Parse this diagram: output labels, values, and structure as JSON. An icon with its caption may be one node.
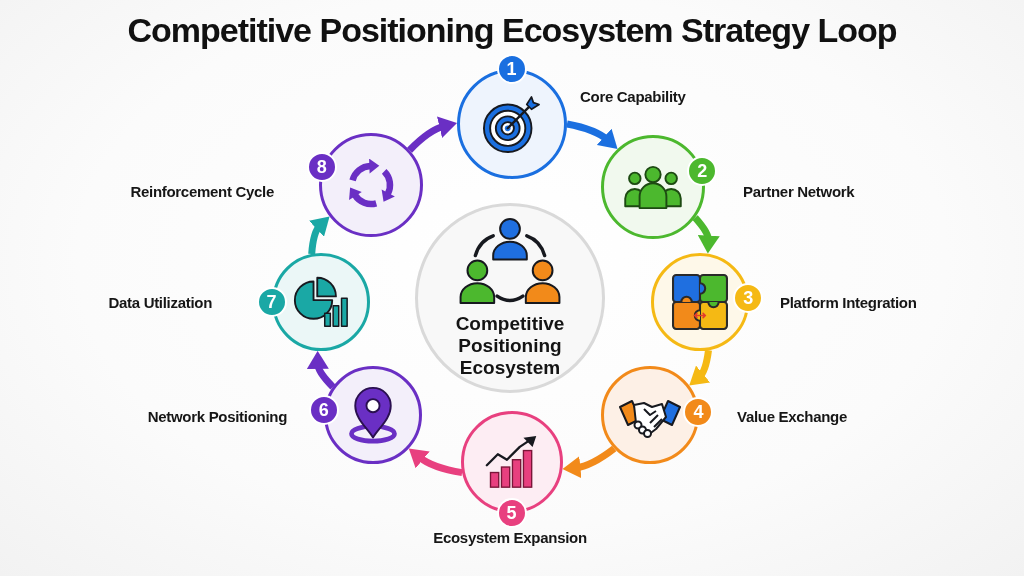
{
  "diagram": {
    "title": "Competitive Positioning Ecosystem Strategy Loop",
    "nodes": [
      {
        "text": [
          "1"
        ],
        "beside": [
          "Core Capability"
        ]
      },
      {
        "text": [
          "2"
        ],
        "beside": [
          "Partner Network"
        ]
      },
      {
        "text": [
          "3"
        ],
        "beside": [
          "Platform Integration"
        ]
      },
      {
        "text": [
          "4"
        ],
        "beside": [
          "Value Exchange"
        ]
      },
      {
        "text": [
          "5"
        ],
        "beside": [
          "Ecosystem Expansion"
        ]
      },
      {
        "text": [
          "6"
        ],
        "beside": [
          "Network Positioning"
        ]
      },
      {
        "text": [
          "7"
        ],
        "beside": [
          "Data Utilization"
        ]
      },
      {
        "text": [
          "8"
        ],
        "beside": [
          "Reinforcement Cycle"
        ]
      },
      {
        "text": [
          "Competitive Positioning Ecosystem"
        ]
      }
    ],
    "edges": [
      {
        "from": 0,
        "to": 1,
        "arrow": "to",
        "color": "#1a6fe0"
      },
      {
        "from": 1,
        "to": 2,
        "arrow": "to",
        "color": "#4cb82e"
      },
      {
        "from": 2,
        "to": 3,
        "arrow": "to",
        "color": "#f5b914"
      },
      {
        "from": 3,
        "to": 4,
        "arrow": "to",
        "color": "#f28a1a"
      },
      {
        "from": 4,
        "to": 5,
        "arrow": "to",
        "color": "#e8407f"
      },
      {
        "from": 5,
        "to": 6,
        "arrow": "to",
        "color": "#6a2fc4"
      },
      {
        "from": 6,
        "to": 7,
        "arrow": "to",
        "color": "#1aa8a5"
      },
      {
        "from": 7,
        "to": 0,
        "arrow": "to",
        "color": "#6a2fc4"
      }
    ]
  }
}
